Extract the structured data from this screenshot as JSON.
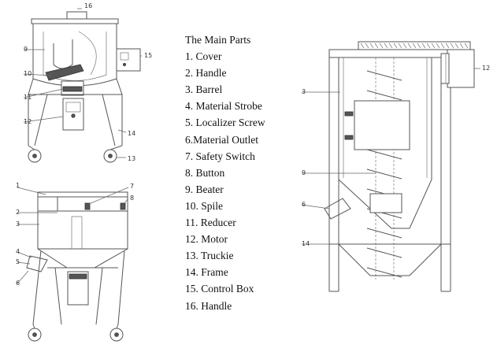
{
  "legend": {
    "title": "The Main Parts",
    "items": [
      "1. Cover",
      "2. Handle",
      "3. Barrel",
      "4. Material Strobe",
      "5. Localizer Screw",
      "6.Material Outlet",
      "7. Safety Switch",
      "8. Button",
      "9. Beater",
      "10. Spile",
      "11. Reducer",
      "12. Motor",
      "13. Truckie",
      "14. Frame",
      "15. Control Box",
      "16. Handle"
    ]
  },
  "callouts": {
    "top_left": [
      "16",
      "9",
      "15",
      "10",
      "11",
      "12",
      "14",
      "13"
    ],
    "bottom_left": [
      "1",
      "7",
      "8",
      "2",
      "3",
      "4",
      "5",
      "6"
    ],
    "right": [
      "12",
      "3",
      "9",
      "6",
      "14"
    ]
  }
}
